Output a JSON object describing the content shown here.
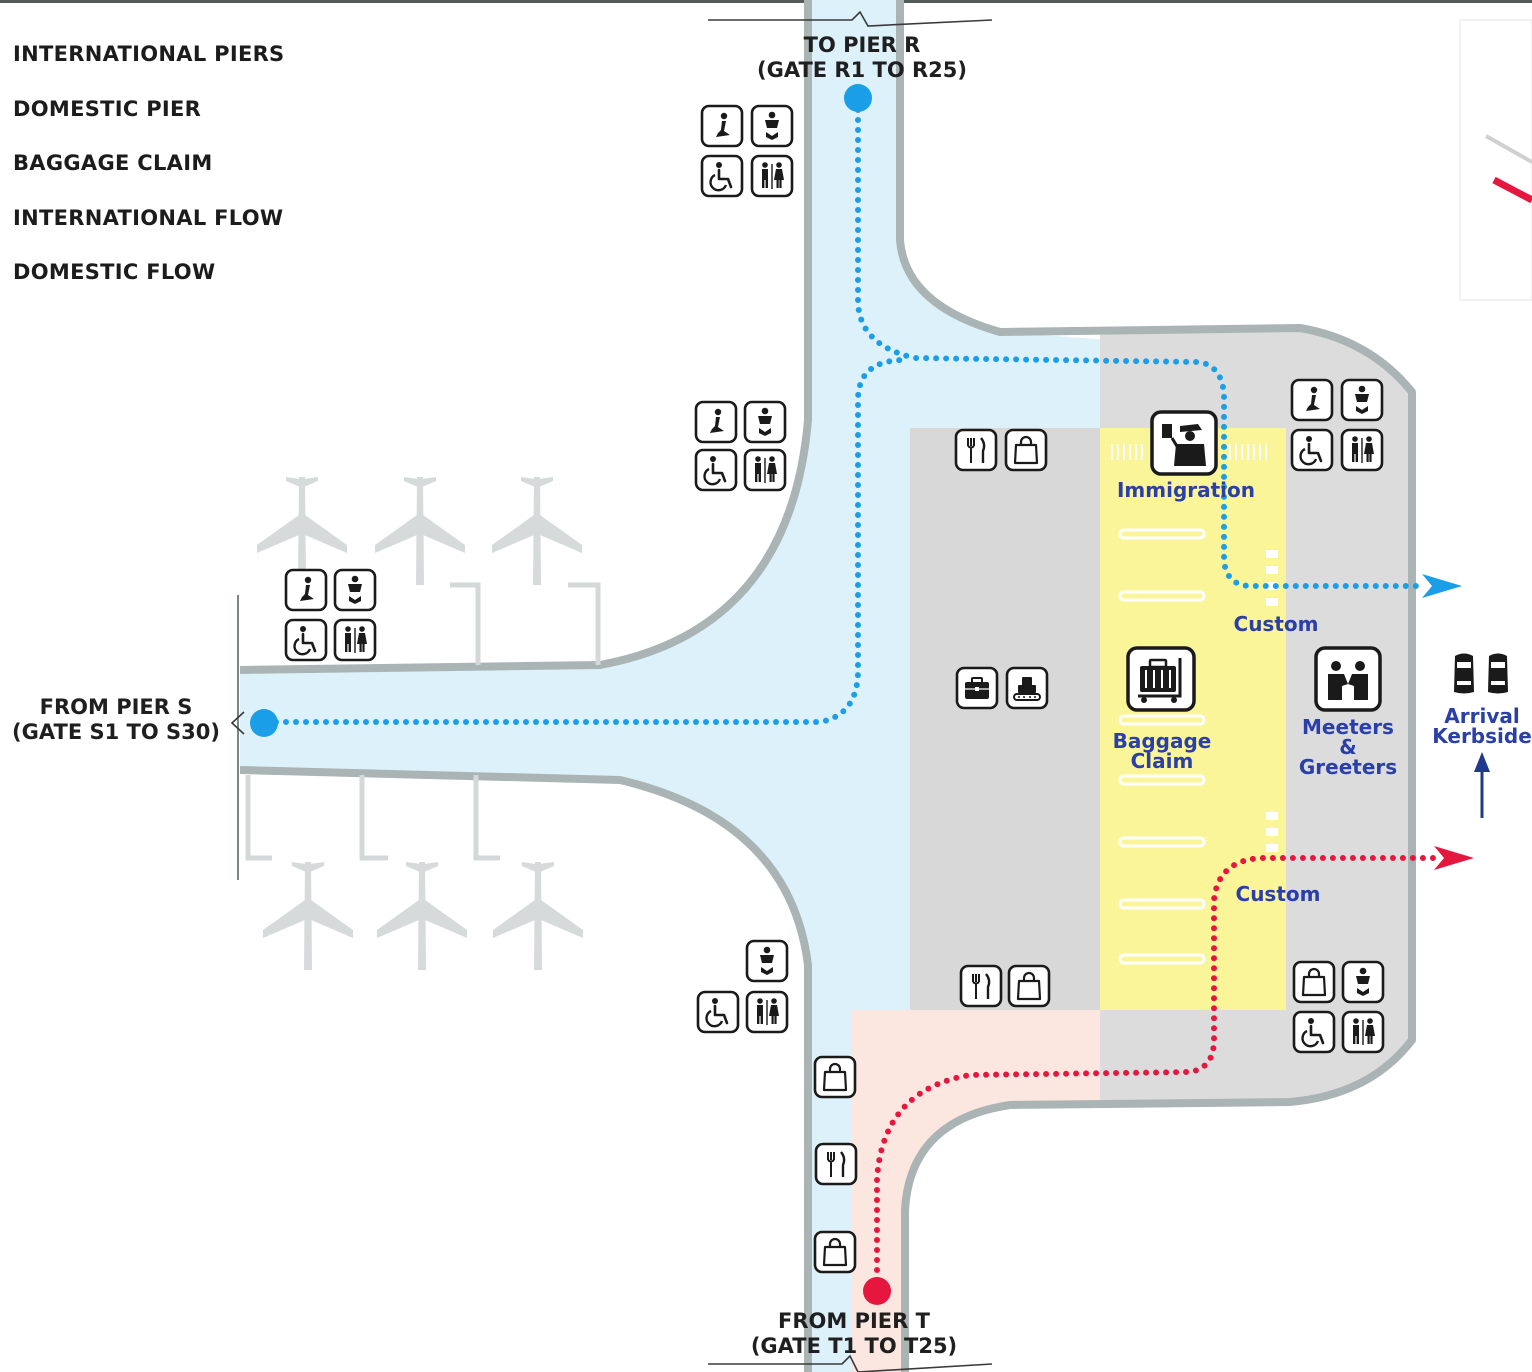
{
  "legend": {
    "items": [
      {
        "label": "INTERNATIONAL PIERS"
      },
      {
        "label": "DOMESTIC PIER"
      },
      {
        "label": "BAGGAGE CLAIM"
      },
      {
        "label": "INTERNATIONAL FLOW"
      },
      {
        "label": "DOMESTIC FLOW"
      }
    ]
  },
  "piers": {
    "r": {
      "line1": "TO PIER R",
      "line2": "(GATE R1 TO R25)"
    },
    "s": {
      "line1": "FROM PIER S",
      "line2": "(GATE S1 TO S30)"
    },
    "t": {
      "line1": "FROM PIER T",
      "line2": "(GATE T1 TO T25)"
    }
  },
  "zones": {
    "immigration": "Immigration",
    "custom_top": "Custom",
    "custom_bottom": "Custom",
    "baggage_line1": "Baggage",
    "baggage_line2": "Claim",
    "meeters_line1": "Meeters",
    "meeters_line2": "&",
    "meeters_line3": "Greeters",
    "kerbside_line1": "Arrival",
    "kerbside_line2": "Kerbside"
  },
  "colors": {
    "international": "#1a9ee8",
    "domestic": "#e5173f",
    "international_area": "#ddf1fa",
    "domestic_area": "#fbe7e0",
    "baggage_area": "#fbf59a",
    "terminal_grey": "#d8d8d8",
    "wall": "#aab4b4",
    "zone_text": "#2a3fa8"
  }
}
